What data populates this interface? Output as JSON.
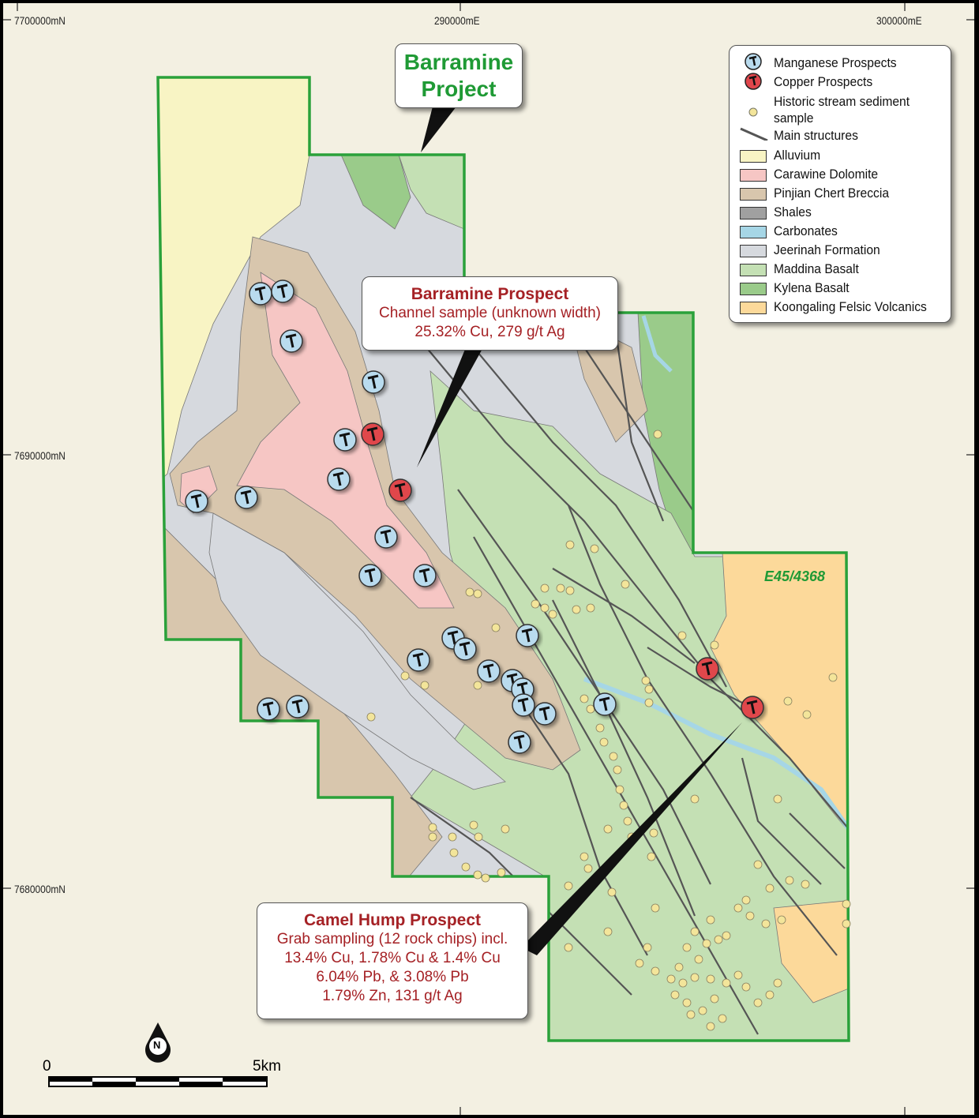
{
  "grid": {
    "northings": [
      "7700000mN",
      "7690000mN",
      "7680000mN"
    ],
    "eastings": [
      "290000mE",
      "300000mE"
    ]
  },
  "title_callout": {
    "line1": "Barramine",
    "line2": "Project"
  },
  "tenement_label": "E45/4368",
  "callouts": {
    "barramine": {
      "title": "Barramine Prospect",
      "lines": [
        "Channel sample (unknown width)",
        "25.32% Cu, 279 g/t Ag"
      ]
    },
    "camel_hump": {
      "title": "Camel Hump Prospect",
      "lines": [
        "Grab sampling (12 rock chips) incl.",
        "13.4% Cu, 1.78% Cu & 1.4% Cu",
        "6.04% Pb, & 3.08% Pb",
        "1.79% Zn, 131 g/t Ag"
      ]
    }
  },
  "legend": {
    "symbols": [
      {
        "label": "Manganese Prospects",
        "icon": "manganese-prospect-icon",
        "color": "#b9dbee"
      },
      {
        "label": "Copper Prospects",
        "icon": "copper-prospect-icon",
        "color": "#e0464c"
      },
      {
        "label": "Historic stream sediment sample",
        "icon": "sample-dot-icon",
        "color": "#f3e59a"
      },
      {
        "label": "Main structures",
        "icon": "structure-line-icon",
        "color": "#555555"
      }
    ],
    "units": [
      {
        "label": "Alluvium",
        "color": "#f8f4c4"
      },
      {
        "label": "Carawine Dolomite",
        "color": "#f6c6c4"
      },
      {
        "label": "Pinjian Chert Breccia",
        "color": "#d8c6ad"
      },
      {
        "label": "Shales",
        "color": "#a0a0a0"
      },
      {
        "label": "Carbonates",
        "color": "#a6d6e6"
      },
      {
        "label": "Jeerinah Formation",
        "color": "#d6d9de"
      },
      {
        "label": "Maddina Basalt",
        "color": "#c4e0b4"
      },
      {
        "label": "Kylena Basalt",
        "color": "#9acb8a"
      },
      {
        "label": "Koongaling Felsic Volcanics",
        "color": "#fcd99a"
      }
    ]
  },
  "scale_bar": {
    "start": "0",
    "end": "5km"
  },
  "north_arrow": "N"
}
